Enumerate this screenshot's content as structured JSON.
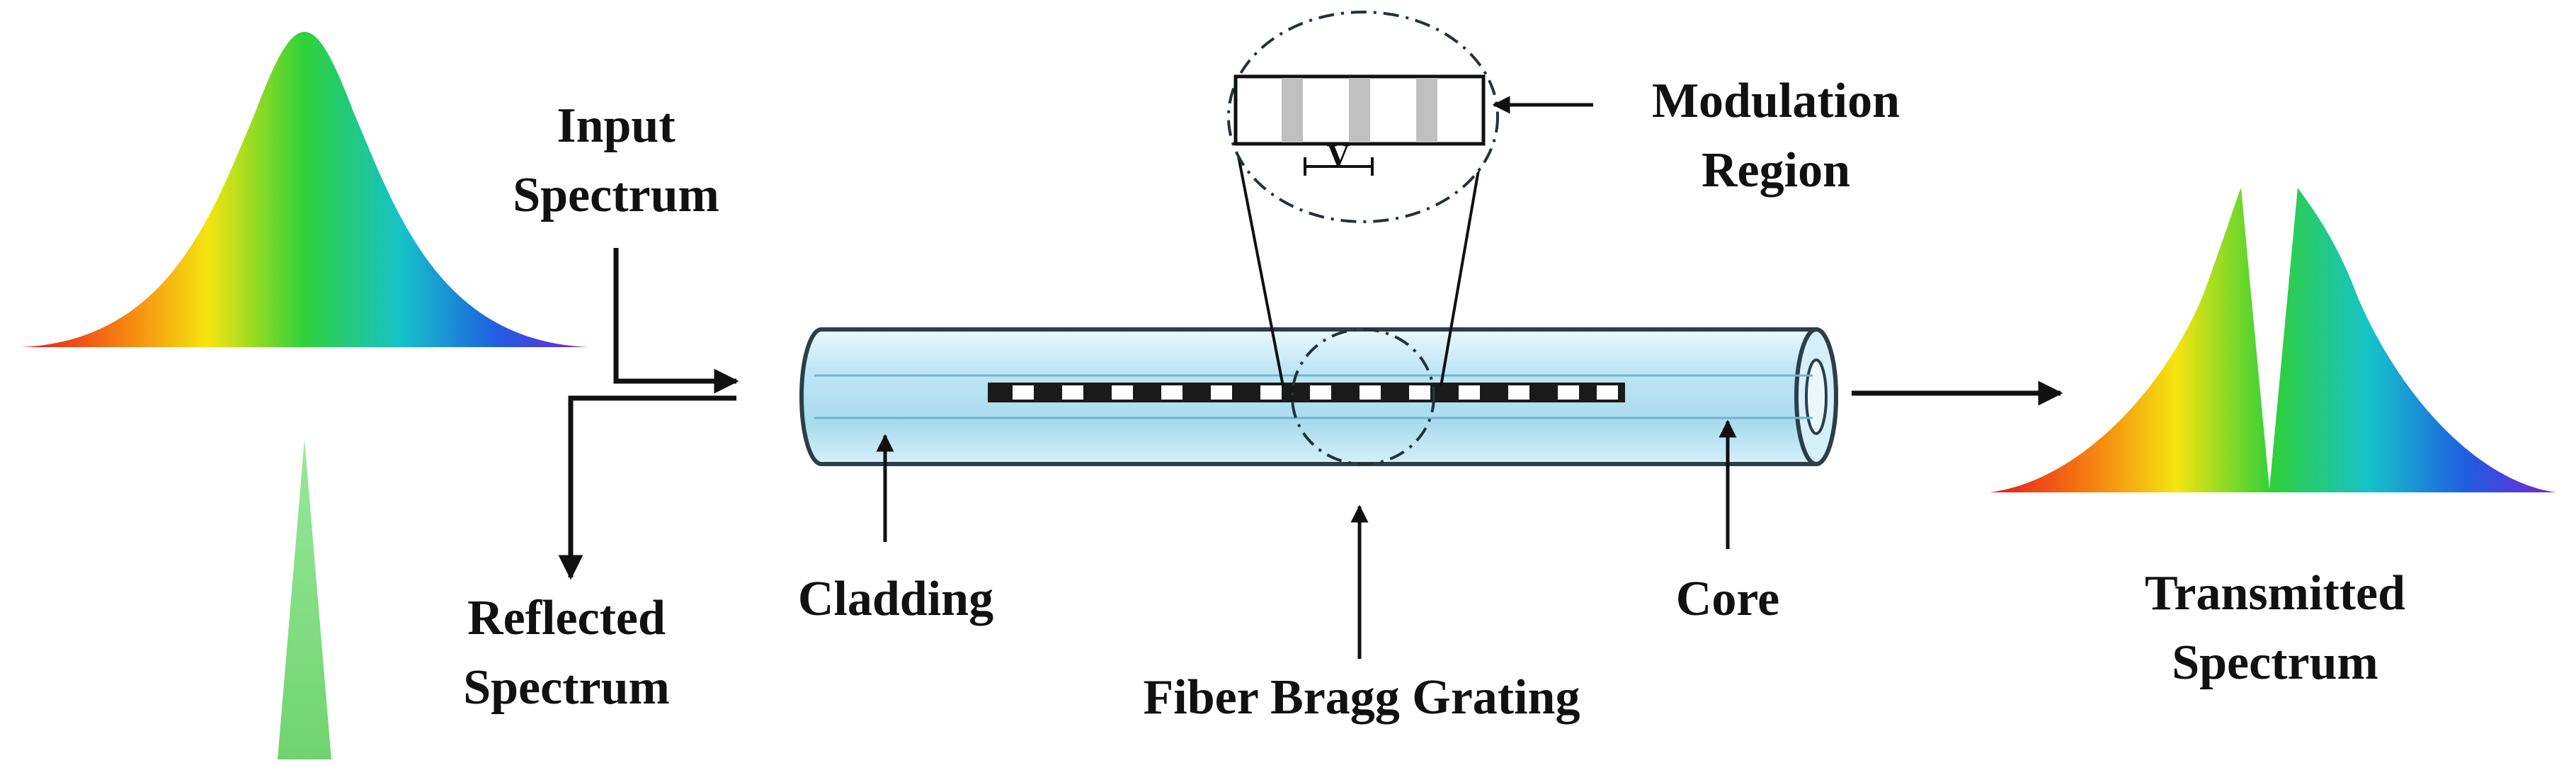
{
  "labels": {
    "input_line1": "Input",
    "input_line2": "Spectrum",
    "reflected_line1": "Reflected",
    "reflected_line2": "Spectrum",
    "transmitted_line1": "Transmitted",
    "transmitted_line2": "Spectrum",
    "modulation_line1": "Modulation",
    "modulation_line2": "Region",
    "cladding": "Cladding",
    "core": "Core",
    "fbg": "Fiber Bragg Grating",
    "period_symbol": "Λ"
  },
  "colors": {
    "fiber_fill": "#bfe6f4",
    "fiber_outline": "#2c3e4a",
    "grating_dark": "#1a1a1a",
    "grating_light": "#ffffff",
    "reflected_peak": "#88e088",
    "magnifier_stripe": "#c0c0c0"
  },
  "icons": {
    "input_spectrum": "rainbow-gaussian-icon",
    "transmitted_spectrum": "rainbow-notched-gaussian-icon",
    "reflected_spectrum": "green-narrow-peak-icon"
  }
}
